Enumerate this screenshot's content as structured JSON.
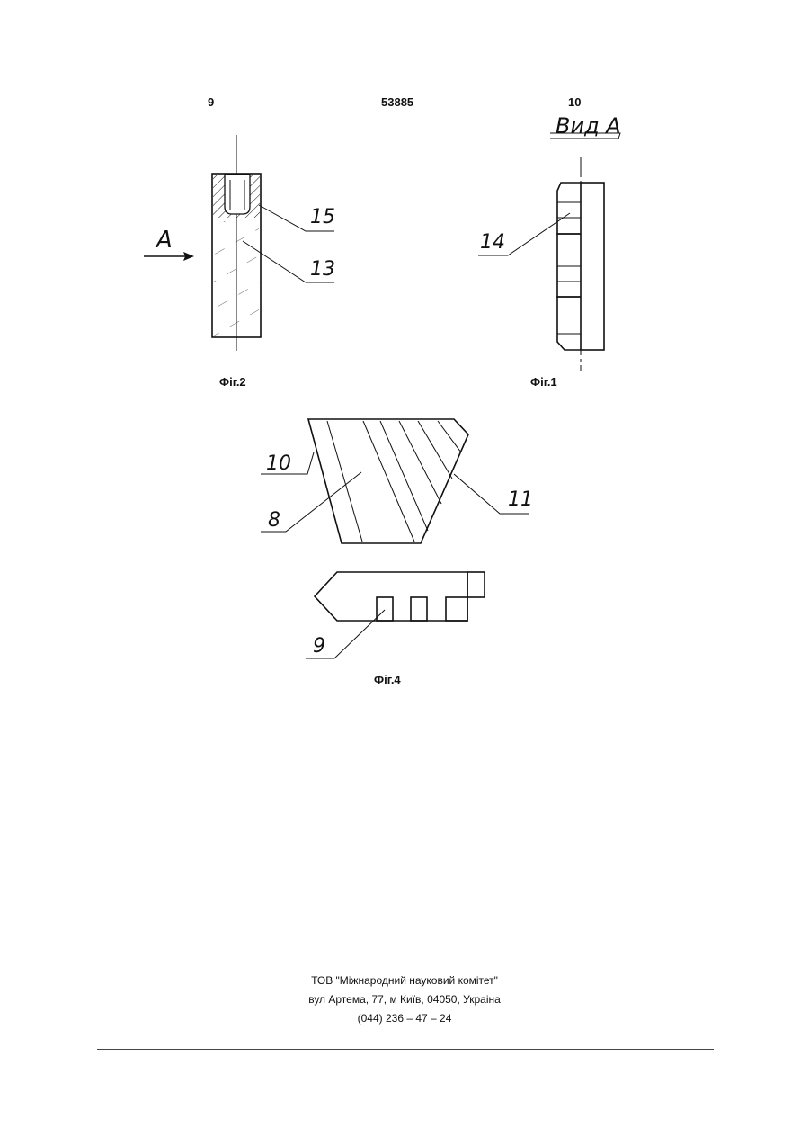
{
  "header": {
    "page_left": "9",
    "patent_number": "53885",
    "page_right": "10"
  },
  "figures": {
    "fig2": {
      "caption": "Фіг.2",
      "view_arrow_label": "A",
      "labels": [
        "15",
        "13"
      ]
    },
    "fig1": {
      "caption": "Фіг.1",
      "view_title": "Вид А",
      "labels": [
        "14"
      ]
    },
    "fig4": {
      "caption": "Фіг.4",
      "labels": [
        "10",
        "8",
        "11",
        "9"
      ]
    }
  },
  "footer": {
    "company": "ТОВ \"Міжнародний науковий комітет\"",
    "address": "вул  Артема, 77, м  Київ, 04050, Украіна",
    "phone": "(044) 236 – 47 – 24"
  }
}
